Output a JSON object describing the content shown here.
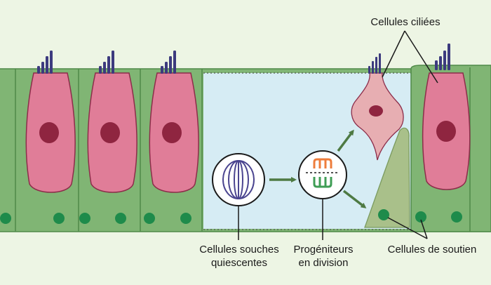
{
  "labels": {
    "ciliated_cells": "Cellules ciliées",
    "quiescent_stem_cells": [
      "Cellules souches",
      "quiescentes"
    ],
    "dividing_progenitors": [
      "Progéniteurs",
      "en division"
    ],
    "support_cells": "Cellules de soutien"
  },
  "colors": {
    "background": "#edf5e4",
    "epithelium": "#80b574",
    "epithelium_edge": "#4f8a48",
    "lesion_zone": "#d6ecf4",
    "hair_cell": "#e07d98",
    "hair_cell_edge": "#8c2d4a",
    "hair_cell_nucleus": "#8f2540",
    "new_hair_cell": "#e7aeb2",
    "new_support_cell": "#a9c08a",
    "cilia": "#3c3a7e",
    "support_nucleus": "#1e8b4b",
    "arrow": "#4e7a43",
    "spindle": "#4b4590",
    "chromosome_orange": "#ee7d3c",
    "chromosome_green": "#3f9d55"
  },
  "icons": [
    "hair-bundle-icon",
    "mitotic-spindle-icon",
    "chromosome-icon"
  ]
}
